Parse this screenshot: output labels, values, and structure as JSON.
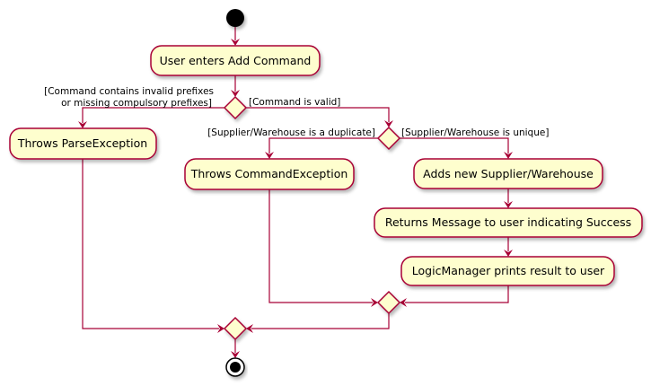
{
  "colors": {
    "node_fill": "#FEFECE",
    "node_border": "#A80036",
    "edge": "#A80036",
    "start_end": "#000000"
  },
  "nodes": {
    "user_enters": "User enters Add Command",
    "throws_parse": "Throws ParseException",
    "throws_command": "Throws CommandException",
    "adds_new": "Adds new Supplier/Warehouse",
    "returns_message": "Returns Message to user indicating Success",
    "logic_prints": "LogicManager prints result to user"
  },
  "guards": {
    "invalid_line1": "[Command contains invalid prefixes",
    "invalid_line2": "or missing compulsory prefixes]",
    "valid": "[Command is valid]",
    "duplicate": "[Supplier/Warehouse is a duplicate]",
    "unique": "[Supplier/Warehouse is unique]"
  }
}
